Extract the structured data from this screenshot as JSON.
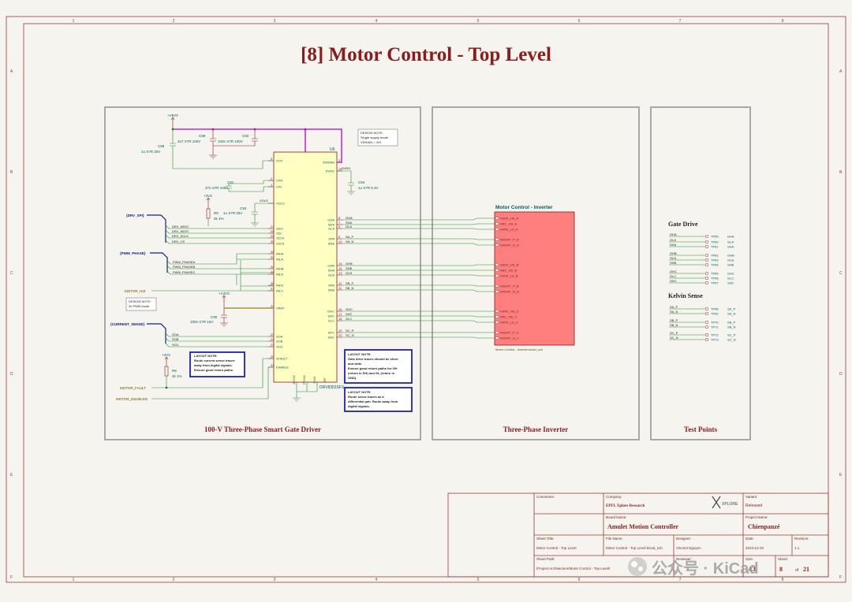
{
  "sheet": {
    "title": "[8] Motor Control - Top Level",
    "col_marks": [
      "1",
      "2",
      "3",
      "4",
      "5",
      "6",
      "7",
      "8"
    ],
    "row_marks": [
      "A",
      "B",
      "C",
      "D",
      "E",
      "F"
    ]
  },
  "blocks": {
    "gate_driver": {
      "caption": "100-V Three-Phase Smart Gate Driver"
    },
    "inverter": {
      "caption": "Three-Phase Inverter"
    },
    "test_points": {
      "caption": "Test Points"
    }
  },
  "power": {
    "vbat": "+VBAT",
    "v3v3_a": "+3V3",
    "v3v3_b": "+3V3",
    "a3v3": "+A3V3",
    "dvdd": "DVDD"
  },
  "caps": {
    "c88": {
      "ref": "C88",
      "val": "1u X7R 25V"
    },
    "c89": {
      "ref": "C89",
      "val": "4u7 X7R 100V"
    },
    "c92": {
      "ref": "C92",
      "val": "100n X7R 100V"
    },
    "c91": {
      "ref": "C91",
      "val": "47n X7R 100V"
    },
    "c93": {
      "ref": "C93",
      "val": "1u X7R 25V"
    },
    "c94": {
      "ref": "C94",
      "val": "1u X7R 6.3V"
    },
    "c90": {
      "ref": "C90",
      "val": "100n X7R 16V"
    }
  },
  "resistors": {
    "r9": {
      "ref": "R9",
      "val": "2k 1%"
    },
    "r8": {
      "ref": "R8",
      "val": "2k 1%"
    }
  },
  "notes": {
    "design1": [
      "DESIGN NOTE:",
      "Single supply mode:",
      "VDRAIN = VM"
    ],
    "design2": [
      "DESIGN NOTE:",
      "3x PWM mode."
    ],
    "layout1": [
      "LAYOUT NOTE:",
      "Route current sense traces",
      "away from digital signals.",
      "Ensure good return paths."
    ],
    "layout2": [
      "LAYOUT NOTE:",
      "Gate drive traces should be short",
      "and wide.",
      "Ensure good return paths for GH",
      "(return in SH) and GL (return in",
      "GND)."
    ],
    "layout3": [
      "LAYOUT NOTE:",
      "Route sense traces as a",
      "differential pair. Route away from",
      "digital signals."
    ]
  },
  "buses": {
    "drv_spi": "{DRV_SPI}",
    "pwm_phase": "{PWM_PHASE}",
    "current_sense": "{CURRENT_SENSE}"
  },
  "spi_nets": [
    "DRV_MISO",
    "DRV_MOSI",
    "DRV_SCLK",
    "DRV_CS"
  ],
  "pwm_nets": [
    "PWM_PHASEA",
    "PWM_PHASEB",
    "PWM_PHASEC"
  ],
  "sense_nets": [
    "SOA",
    "SOB",
    "SOC"
  ],
  "gpio": {
    "motor_hiz": "MOTOR_HIZ",
    "motor_fault": "MOTOR_FAULT",
    "motor_enabled": "MOTOR_ENABLED"
  },
  "ic": {
    "ref": "U6",
    "part": "DRV8353SFS",
    "left_pins": [
      {
        "name": "VCP",
        "num": "5"
      },
      {
        "name": "CPH",
        "num": "2"
      },
      {
        "name": "CPL",
        "num": "1"
      },
      {
        "name": "VGLS",
        "num": ""
      },
      {
        "name": "SDO",
        "num": "27"
      },
      {
        "name": "SDI",
        "num": "28"
      },
      {
        "name": "SCLK",
        "num": "29"
      },
      {
        "name": "nSCS",
        "num": "30"
      },
      {
        "name": "INHA",
        "num": "32"
      },
      {
        "name": "INLA",
        "num": "33"
      },
      {
        "name": "INHB",
        "num": "34"
      },
      {
        "name": "INLB",
        "num": "35"
      },
      {
        "name": "INHC",
        "num": "36"
      },
      {
        "name": "INLC",
        "num": "37"
      },
      {
        "name": "VREF",
        "num": "24"
      },
      {
        "name": "SOA",
        "num": "23"
      },
      {
        "name": "SOB",
        "num": "22"
      },
      {
        "name": "SOC",
        "num": "21"
      },
      {
        "name": "nFAULT",
        "num": "20"
      },
      {
        "name": "ENABLE",
        "num": "31"
      }
    ],
    "right_pins": [
      {
        "name": "VDRAIN",
        "num": "3"
      },
      {
        "name": "DVDD",
        "num": "26"
      },
      {
        "name": "GHA",
        "num": "8"
      },
      {
        "name": "SHA",
        "num": "7"
      },
      {
        "name": "GLA",
        "num": "9"
      },
      {
        "name": "SPA",
        "num": "6"
      },
      {
        "name": "SNA",
        "num": "10"
      },
      {
        "name": "GHB",
        "num": "15"
      },
      {
        "name": "SHB",
        "num": "14"
      },
      {
        "name": "GLB",
        "num": "13"
      },
      {
        "name": "SPB",
        "num": "12"
      },
      {
        "name": "SNB",
        "num": "11"
      },
      {
        "name": "GHC",
        "num": "16"
      },
      {
        "name": "SHC",
        "num": "17"
      },
      {
        "name": "GLC",
        "num": "18"
      },
      {
        "name": "SPC",
        "num": "19"
      },
      {
        "name": "SNC",
        "num": "20"
      }
    ],
    "bottom_pins": [
      "AGND",
      "PGND",
      "GND",
      "EP"
    ]
  },
  "gate_nets": [
    "GHA",
    "SHA",
    "GLA",
    "SA_P",
    "SA_N",
    "GHB",
    "SHB",
    "GLB",
    "SB_P",
    "SB_N",
    "GHC",
    "SHC",
    "GLC",
    "SC_P",
    "SC_N"
  ],
  "inverter_sheet": {
    "name": "Motor Control - Inverter",
    "file": "Motor Control - Inverter.kicad_sch",
    "ports": [
      "GATE_HS_A",
      "SRC_HS_A",
      "GATE_LS_A",
      "SHUNT_P_A",
      "SHUNT_N_A",
      "GATE_HS_B",
      "SRC_HS_B",
      "GATE_LS_B",
      "SHUNT_P_B",
      "SHUNT_N_B",
      "GATE_HS_C",
      "SRC_HS_C",
      "GATE_LS_C",
      "SHUNT_P_C",
      "SHUNT_N_C"
    ]
  },
  "testpoints": {
    "gate_title": "Gate Drive",
    "kelvin_title": "Kelvin Sense",
    "gate": [
      {
        "net": "GHA",
        "ref": "TP59",
        "lbl": "GHA"
      },
      {
        "net": "GLA",
        "ref": "TP60",
        "lbl": "GLA"
      },
      {
        "net": "SHA",
        "ref": "TP61",
        "lbl": "SHA"
      },
      {
        "net": "GHB",
        "ref": "TP62",
        "lbl": "GHB"
      },
      {
        "net": "GLB",
        "ref": "TP63",
        "lbl": "GLB"
      },
      {
        "net": "SHB",
        "ref": "TP64",
        "lbl": "SHB"
      },
      {
        "net": "GHC",
        "ref": "TP65",
        "lbl": "GHC"
      },
      {
        "net": "GLC",
        "ref": "TP66",
        "lbl": "GLC"
      },
      {
        "net": "SHC",
        "ref": "TP67",
        "lbl": "SHC"
      }
    ],
    "kelvin": [
      {
        "net": "SA_P",
        "ref": "TP68",
        "lbl": "SA_P"
      },
      {
        "net": "SA_N",
        "ref": "TP69",
        "lbl": "SA_N"
      },
      {
        "net": "SB_P",
        "ref": "TP70",
        "lbl": "SB_P"
      },
      {
        "net": "SB_N",
        "ref": "TP71",
        "lbl": "SB_N"
      },
      {
        "net": "SC_P",
        "ref": "TP72",
        "lbl": "SC_P"
      },
      {
        "net": "SC_N",
        "ref": "TP73",
        "lbl": "SC_N"
      }
    ]
  },
  "titleblock": {
    "comments_label": "Comments:",
    "company_label": "Company:",
    "company": "EPFL Xplore Research",
    "variant_label": "Variant:",
    "variant": "Released",
    "board_label": "Board Name:",
    "board": "Amulet Motion Controller",
    "project_label": "Project Name:",
    "project": "Chienpanzé",
    "sheet_title_label": "Sheet Title:",
    "sheet_title": "Motor Control - Top Level",
    "file_label": "File Name:",
    "file": "Motor Control - Top Level.kicad_sch",
    "designer_label": "Designer:",
    "designer": "Vincent Nguyen",
    "date_label": "Date:",
    "date": "2023-12-20",
    "revision_label": "Revision:",
    "revision": "1.1",
    "path_label": "Sheet Path:",
    "path": "/Project Architecture/Motor Control - Top Level/",
    "reviewer_label": "Reviewer:",
    "size_label": "Size:",
    "size": "A3",
    "sheet_label": "Sheet:",
    "sheet_num": "8",
    "of": "of",
    "sheet_total": "21",
    "logo_text": "XPLORE"
  },
  "watermark": "公众号 · KiCad"
}
